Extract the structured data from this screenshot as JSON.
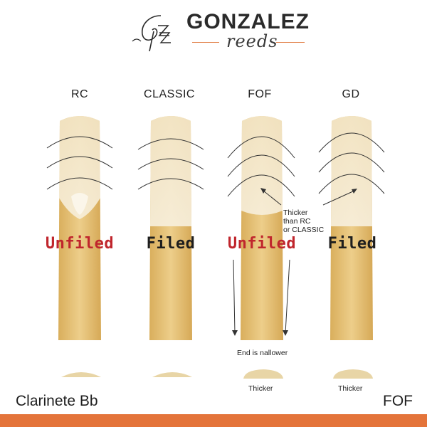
{
  "header": {
    "brand": "GONZALEZ",
    "subbrand": "reeds",
    "logo_icon": "gz-monogram-icon"
  },
  "columns": [
    {
      "title": "RC",
      "filing": "Unfiled",
      "filing_color": "#c0262d"
    },
    {
      "title": "CLASSIC",
      "filing": "Filed",
      "filing_color": "#1e1e1e"
    },
    {
      "title": "FOF",
      "filing": "Unfiled",
      "filing_color": "#c0262d"
    },
    {
      "title": "GD",
      "filing": "Filed",
      "filing_color": "#1e1e1e"
    }
  ],
  "notes": {
    "thicker_line1": "Thicker",
    "thicker_line2": "than RC",
    "thicker_line3": "or CLASSIC",
    "end_shallower": "End is nallower",
    "tip_fof": "Thicker",
    "tip_gd": "Thicker"
  },
  "footer": {
    "left": "Clarinete Bb",
    "right": "FOF"
  },
  "colors": {
    "accent": "#e4743a",
    "reed_cane": "#e7c37a",
    "reed_bark": "#f1e2c0"
  }
}
